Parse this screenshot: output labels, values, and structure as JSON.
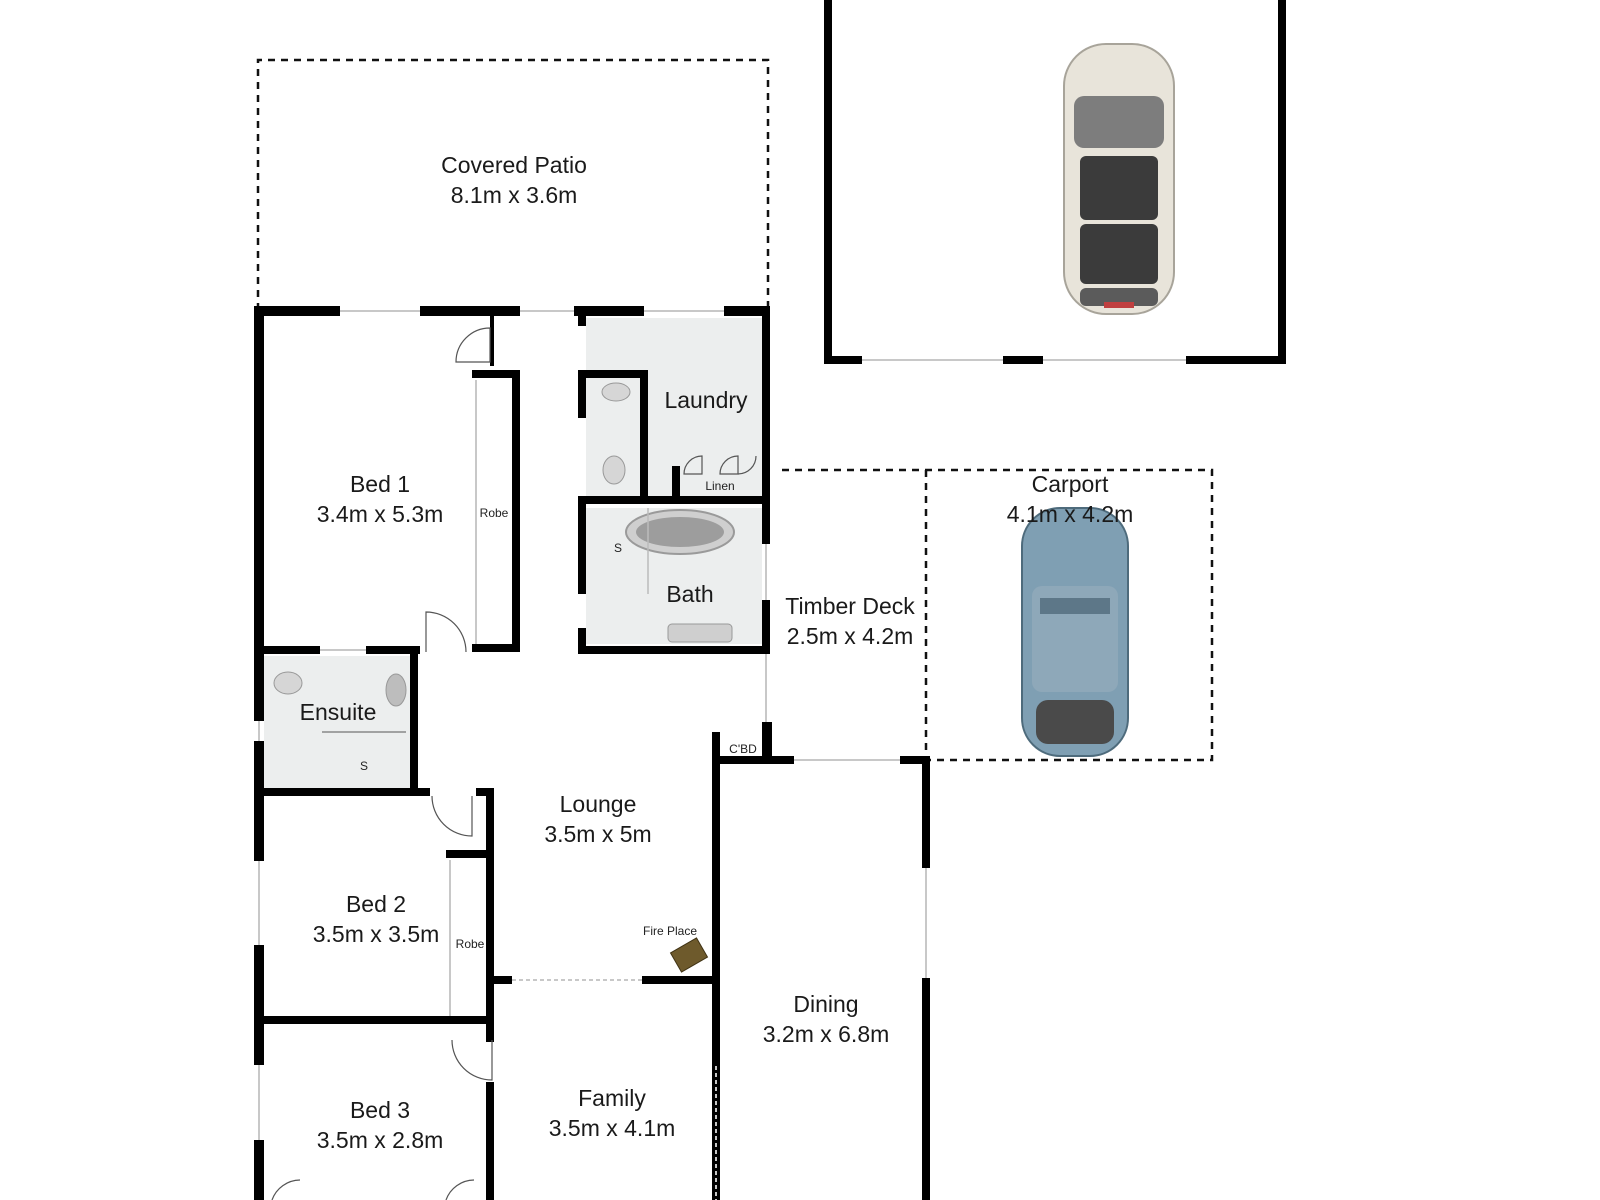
{
  "rooms": {
    "covered_patio": {
      "name": "Covered Patio",
      "dims": "8.1m x 3.6m"
    },
    "laundry": {
      "name": "Laundry"
    },
    "linen": {
      "name": "Linen"
    },
    "bed1": {
      "name": "Bed 1",
      "dims": "3.4m x 5.3m"
    },
    "robe1": {
      "name": "Robe"
    },
    "bath": {
      "name": "Bath"
    },
    "timber_deck": {
      "name": "Timber Deck",
      "dims": "2.5m x 4.2m"
    },
    "carport": {
      "name": "Carport",
      "dims": "4.1m x 4.2m"
    },
    "ensuite": {
      "name": "Ensuite"
    },
    "cbd": {
      "name": "C'BD"
    },
    "lounge": {
      "name": "Lounge",
      "dims": "3.5m x 5m"
    },
    "bed2": {
      "name": "Bed 2",
      "dims": "3.5m x 3.5m"
    },
    "robe2": {
      "name": "Robe"
    },
    "fire_place": {
      "name": "Fire Place"
    },
    "dining": {
      "name": "Dining",
      "dims": "3.2m x 6.8m"
    },
    "family": {
      "name": "Family",
      "dims": "3.5m x 4.1m"
    },
    "bed3": {
      "name": "Bed 3",
      "dims": "3.5m x 2.8m"
    }
  },
  "marks": {
    "shower": "S"
  },
  "colors": {
    "wall": "#000000",
    "tile": "#eceeee",
    "car_white": "#e8e4da",
    "car_blue": "#7f9fb3",
    "fireplace": "#6e5a2c"
  }
}
